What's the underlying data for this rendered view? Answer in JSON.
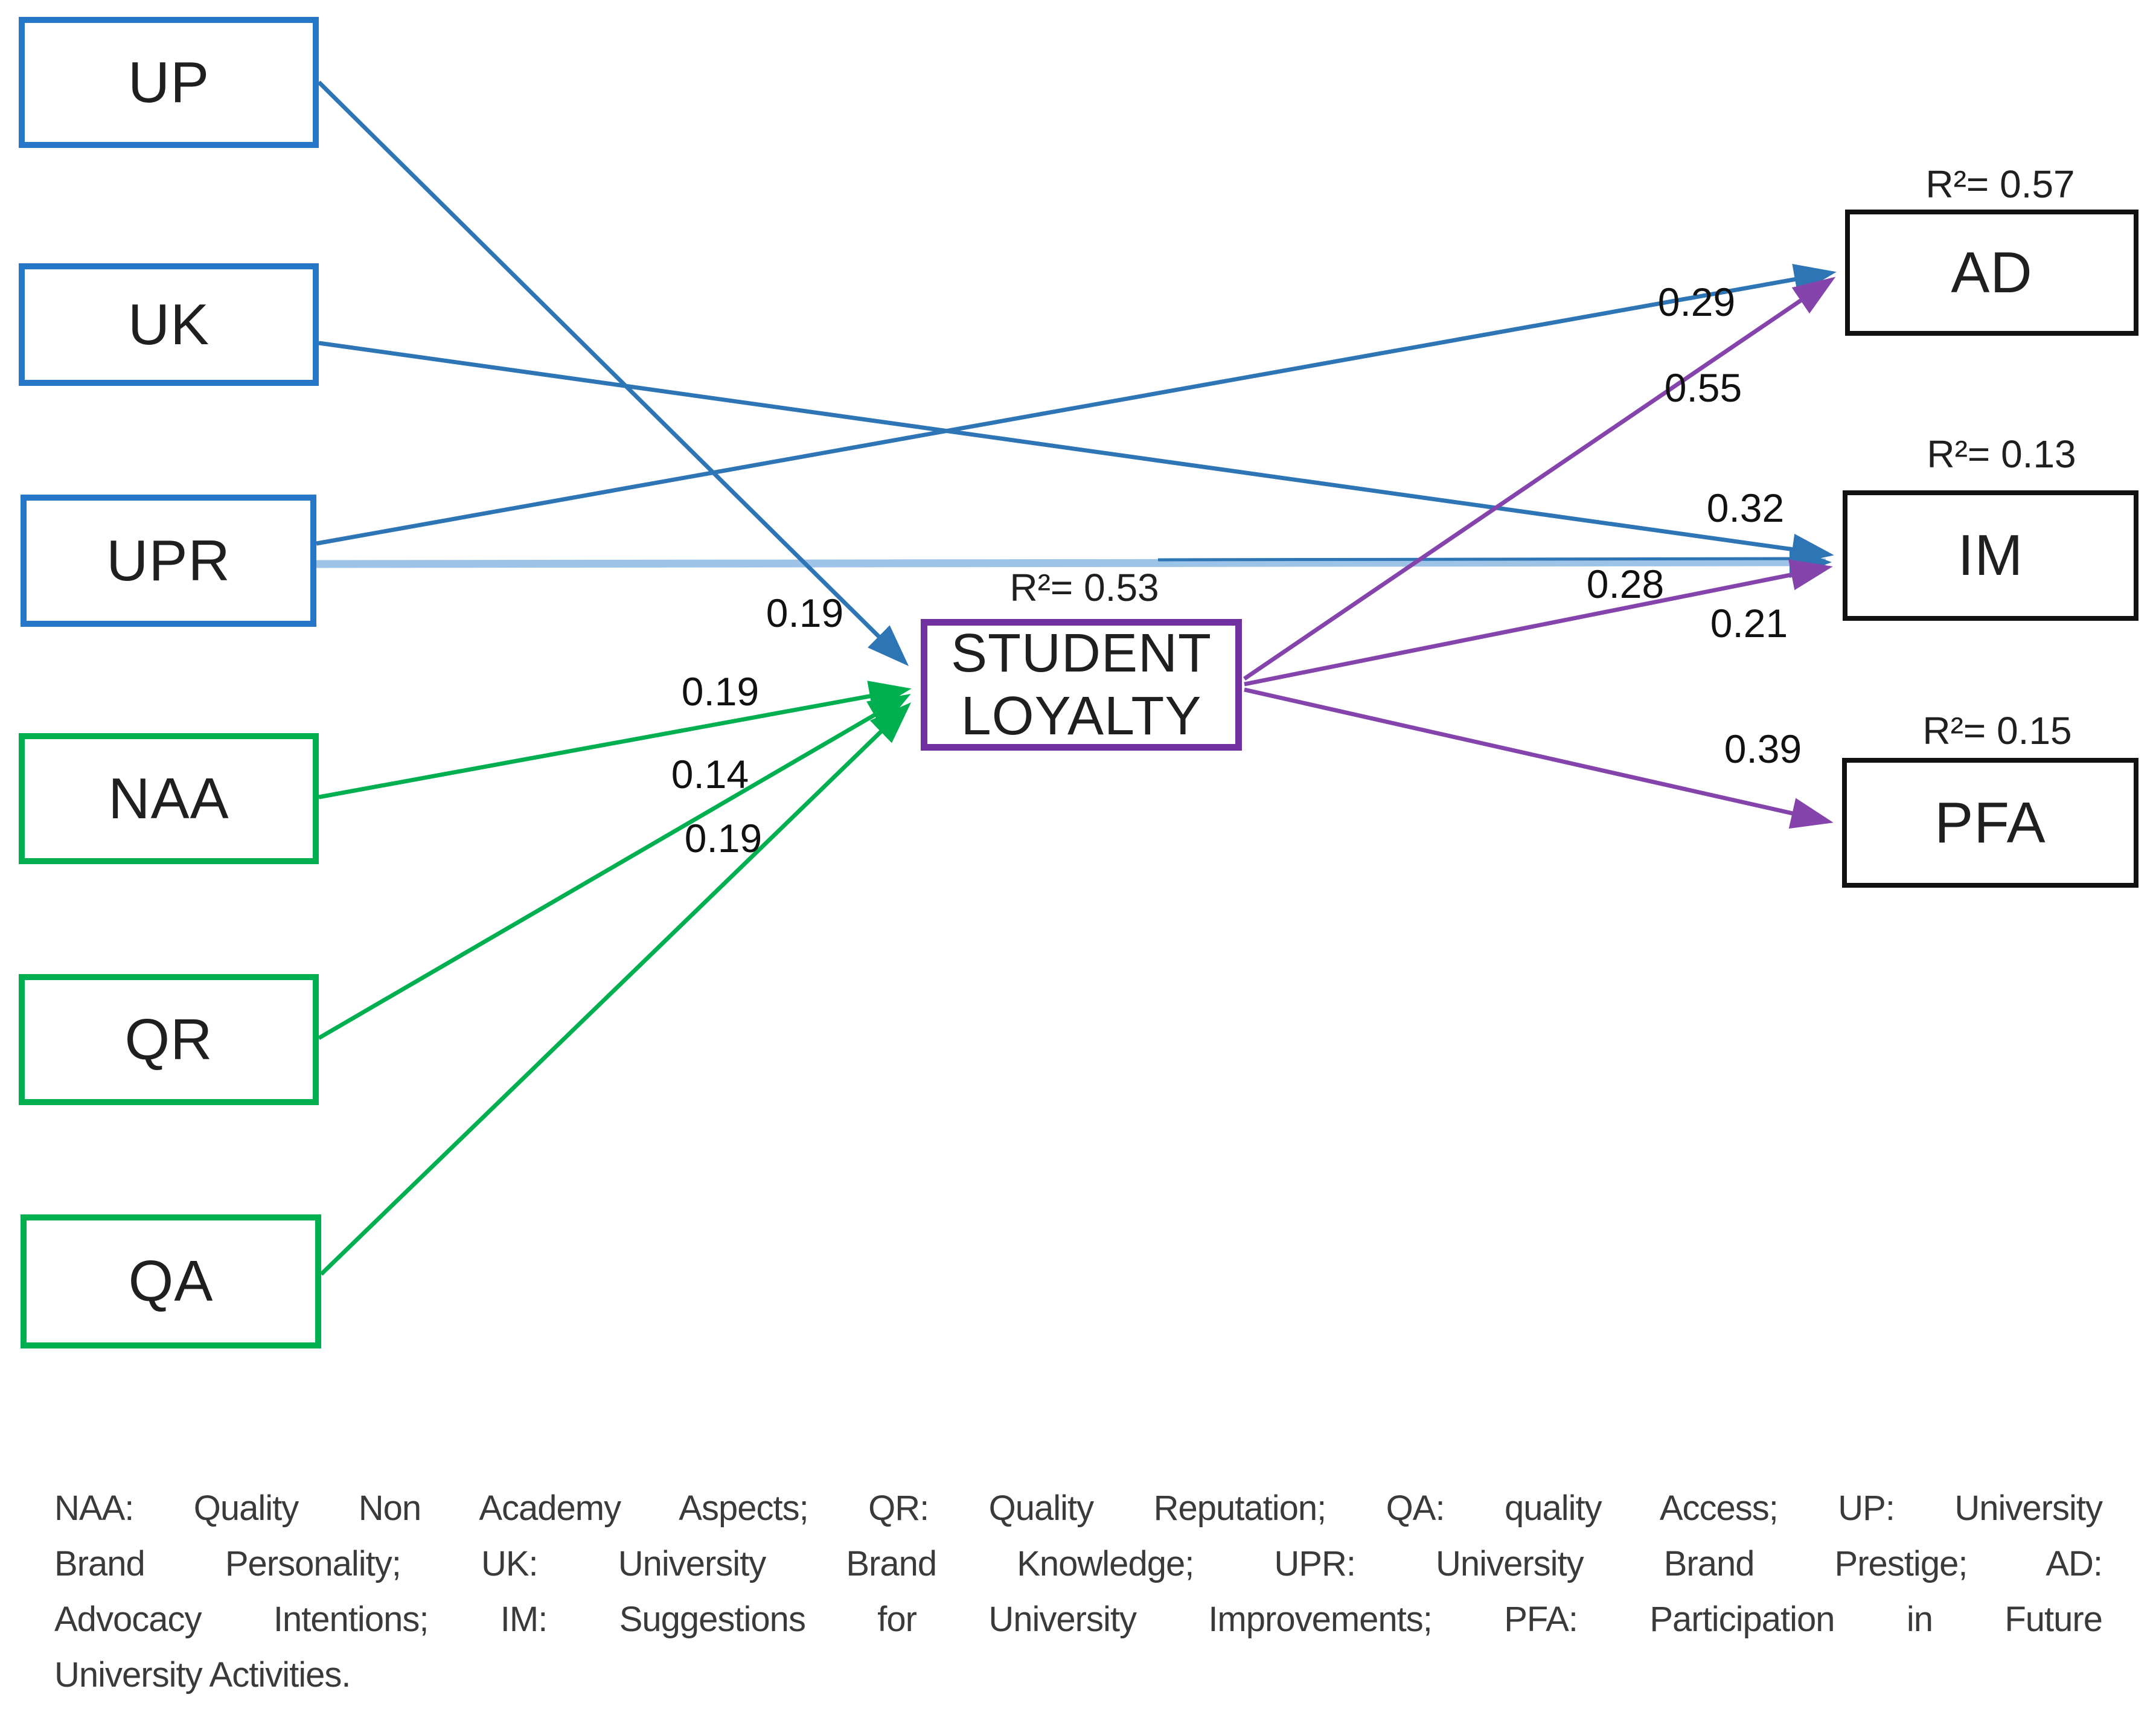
{
  "figure_type": "sem-path-diagram",
  "palette": {
    "brand_blue": "#2777c9",
    "line_blue": "#2e75b6",
    "light_blue": "#9dc3e6",
    "quality_green": "#00b050",
    "mediator_purple": "#7030a0",
    "line_purple": "#8444ab",
    "outcome_black": "#111111"
  },
  "nodes": [
    {
      "id": "up",
      "label": "UP",
      "group": "university-brand"
    },
    {
      "id": "uk",
      "label": "UK",
      "group": "university-brand"
    },
    {
      "id": "upr",
      "label": "UPR",
      "group": "university-brand"
    },
    {
      "id": "naa",
      "label": "NAA",
      "group": "service-quality"
    },
    {
      "id": "qr",
      "label": "QR",
      "group": "service-quality"
    },
    {
      "id": "qa",
      "label": "QA",
      "group": "service-quality"
    },
    {
      "id": "sl",
      "label": "STUDENT LOYALTY",
      "r2": "R²= 0.53",
      "group": "mediator"
    },
    {
      "id": "ad",
      "label": "AD",
      "r2": "R²= 0.57",
      "group": "outcome"
    },
    {
      "id": "im",
      "label": "IM",
      "r2": "R²= 0.13",
      "group": "outcome"
    },
    {
      "id": "pfa",
      "label": "PFA",
      "r2": "R²= 0.15",
      "group": "outcome"
    }
  ],
  "edges": [
    {
      "from": "UP",
      "to": "STUDENT LOYALTY",
      "coefficient": "0.19",
      "color": "blue"
    },
    {
      "from": "UK",
      "to": "IM",
      "coefficient": "0.32",
      "color": "blue"
    },
    {
      "from": "UPR",
      "to": "AD",
      "coefficient": "0.29",
      "color": "blue"
    },
    {
      "from": "UPR",
      "to": "IM",
      "coefficient": "0.28",
      "color": "light-blue"
    },
    {
      "from": "NAA",
      "to": "STUDENT LOYALTY",
      "coefficient": "0.19",
      "color": "green"
    },
    {
      "from": "QR",
      "to": "STUDENT LOYALTY",
      "coefficient": "0.14",
      "color": "green"
    },
    {
      "from": "QA",
      "to": "STUDENT LOYALTY",
      "coefficient": "0.19",
      "color": "green"
    },
    {
      "from": "STUDENT LOYALTY",
      "to": "AD",
      "coefficient": "0.55",
      "color": "purple"
    },
    {
      "from": "STUDENT LOYALTY",
      "to": "IM",
      "coefficient": "0.21",
      "color": "purple"
    },
    {
      "from": "STUDENT LOYALTY",
      "to": "PFA",
      "coefficient": "0.39",
      "color": "purple"
    }
  ],
  "caption": {
    "lines": [
      "NAA: Quality Non Academy Aspects; QR: Quality Reputation; QA: quality Access; UP: University",
      "Brand Personality; UK: University Brand Knowledge; UPR: University Brand Prestige; AD:",
      "Advocacy Intentions; IM: Suggestions for University Improvements; PFA: Participation in Future",
      "University Activities."
    ]
  }
}
